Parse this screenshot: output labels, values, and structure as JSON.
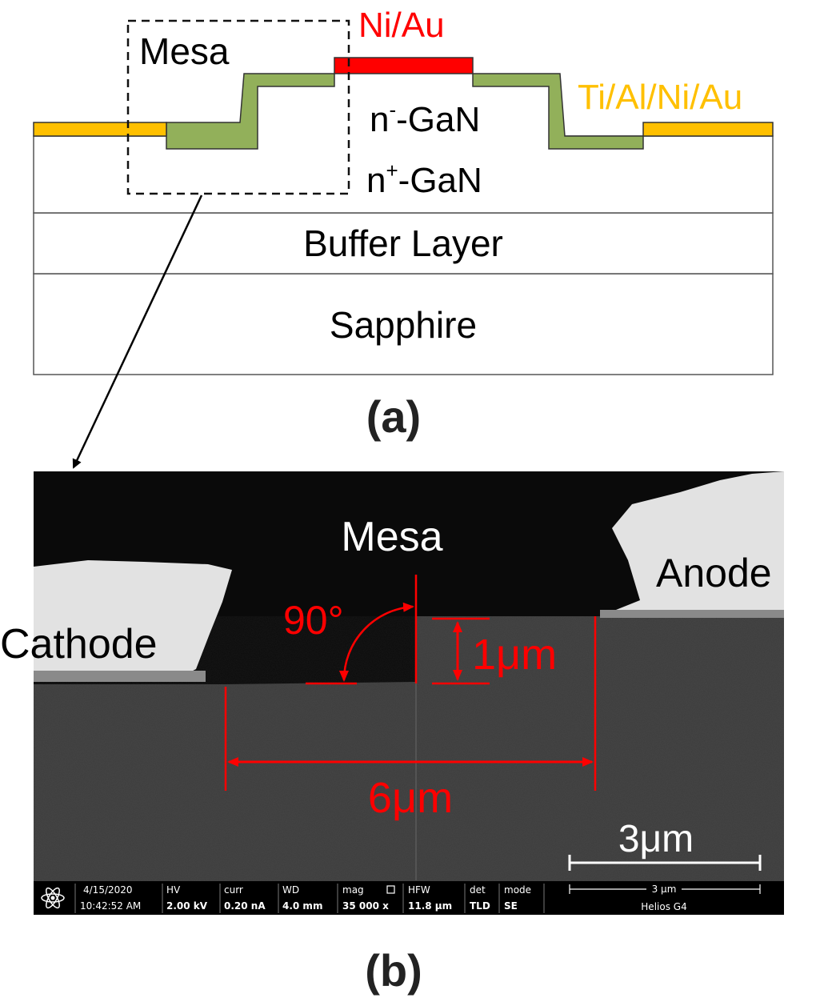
{
  "colors": {
    "niau": "#ff0000",
    "tialniau": "#ffc000",
    "passivation": "#92b05a",
    "annotation": "#ff0000",
    "sem_background": "#0a0a0a",
    "sem_substrate": "#3c3c3c",
    "sem_metal": "#e2e2e2"
  },
  "panel_a": {
    "label_niau": "Ni/Au",
    "label_tialniau": "Ti/Al/Ni/Au",
    "label_mesa": "Mesa",
    "label_n_minus": "n",
    "label_n_minus_sup": "-",
    "label_n_plus": "n",
    "label_n_plus_sup": "+",
    "label_gan": "-GaN",
    "label_buffer": "Buffer Layer",
    "label_sapphire": "Sapphire",
    "caption": "(a)"
  },
  "panel_b": {
    "label_mesa": "Mesa",
    "label_anode": "Anode",
    "label_cathode": "Cathode",
    "angle_label": "90°",
    "height_label": "1μm",
    "width_label": "6μm",
    "scalebar_label": "3μm",
    "caption": "(b)",
    "info_bar": {
      "date": "4/15/2020",
      "time": "10:42:52 AM",
      "hv_title": "HV",
      "hv_value": "2.00 kV",
      "curr_title": "curr",
      "curr_value": "0.20 nA",
      "wd_title": "WD",
      "wd_value": "4.0 mm",
      "mag_title": "mag",
      "mag_value": "35 000 x",
      "hfw_title": "HFW",
      "hfw_value": "11.8 μm",
      "det_title": "det",
      "det_value": "TLD",
      "mode_title": "mode",
      "mode_value": "SE",
      "scale_text": "3 μm",
      "instrument": "Helios G4"
    }
  }
}
